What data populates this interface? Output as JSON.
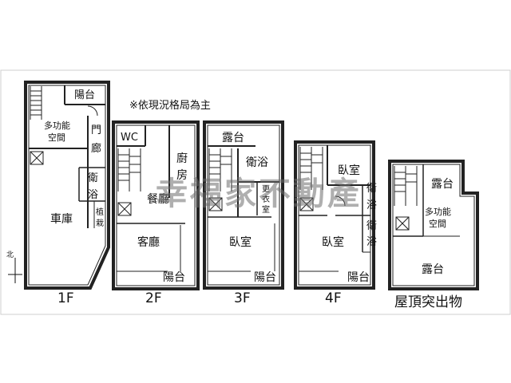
{
  "note": "※依現況格局為主",
  "watermark": "幸福家不動產",
  "compass": "北",
  "floors": [
    {
      "label": "1F",
      "rooms": {
        "balcony": "陽台",
        "multi": "多功能",
        "space": "空間",
        "door": "門",
        "corridor": "廊",
        "bath1": "衛",
        "bath2": "浴",
        "garage": "車庫",
        "plant1": "植",
        "plant2": "栽"
      }
    },
    {
      "label": "2F",
      "rooms": {
        "wc": "WC",
        "kitchen1": "廚",
        "kitchen2": "房",
        "dining": "餐廳",
        "living": "客廳",
        "balcony": "陽台"
      }
    },
    {
      "label": "3F",
      "rooms": {
        "terrace": "露台",
        "bath": "衛浴",
        "closet1": "更",
        "closet2": "衣",
        "closet3": "室",
        "bedroom": "臥室",
        "balcony": "陽台"
      }
    },
    {
      "label": "4F",
      "rooms": {
        "bedroom_top": "臥室",
        "bath1": "衛",
        "bath2": "浴",
        "bath3": "衛",
        "bath4": "浴",
        "bedroom": "臥室",
        "balcony": "陽台"
      }
    },
    {
      "label": "屋頂突出物",
      "rooms": {
        "terrace_top": "露台",
        "multi": "多功能",
        "space": "空間",
        "terrace": "露台"
      }
    }
  ]
}
